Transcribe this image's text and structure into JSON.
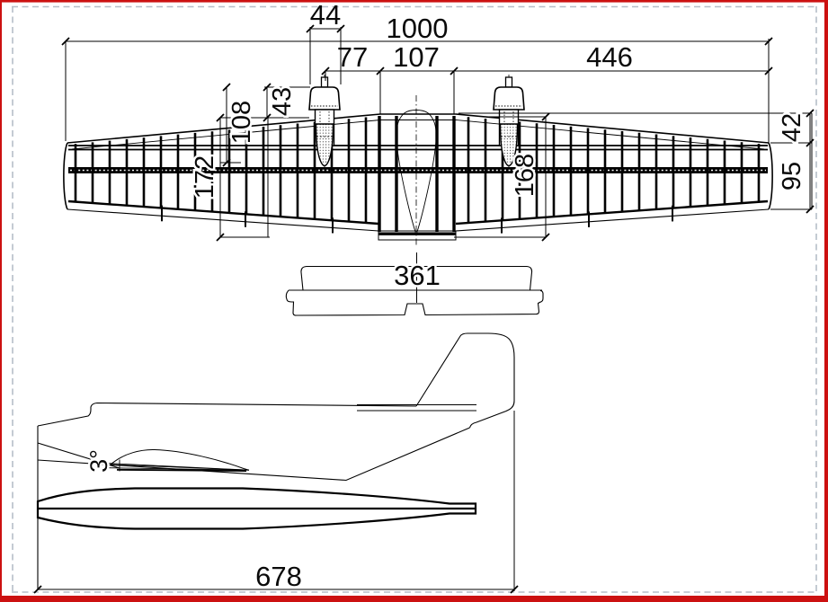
{
  "drawing": {
    "title_hint": "model airplane plan: wing top view, wing hatch part, fuselage side and plan view",
    "colors": {
      "page_border_red": "#cc1111",
      "page_border_dashed": "#b6bec8",
      "ink": "#000000"
    },
    "labels": {
      "wingspan": "1000",
      "nacelle_width": "44",
      "nacelle_offset": "77",
      "center_bay": "107",
      "outer_panel": "446",
      "spinner_height": "43",
      "nacelle_length": "108",
      "root_chord_left": "172",
      "root_chord_right": "168",
      "tip_le_offset": "42",
      "tip_chord": "95",
      "hatch_width": "361",
      "wing_incidence": "3°",
      "fuselage_length": "678"
    }
  }
}
